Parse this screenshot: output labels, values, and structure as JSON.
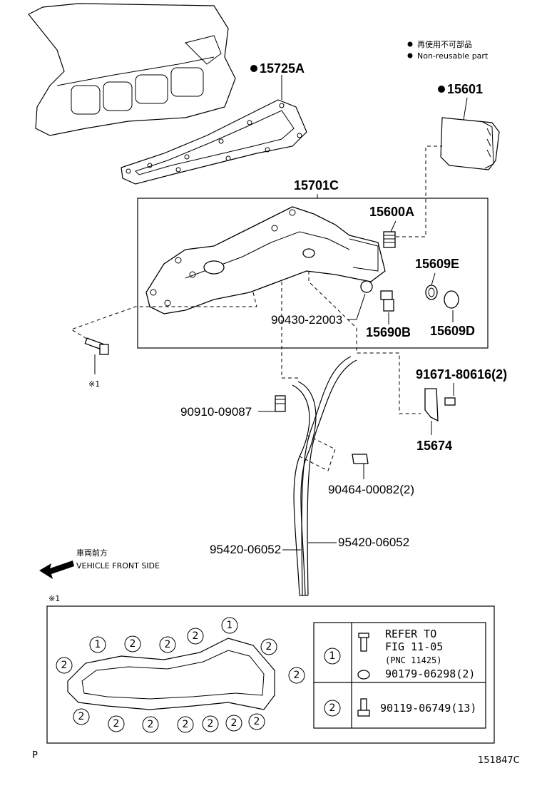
{
  "legend": {
    "line1": "再使用不可部品",
    "line2": "Non-reusable part"
  },
  "parts": {
    "p15725A": "15725A",
    "p15601": "15601",
    "p15701C": "15701C",
    "p15600A": "15600A",
    "p15609E": "15609E",
    "p15609D": "15609D",
    "p15690B": "15690B",
    "p90430": "90430-22003",
    "p91671": "91671-80616(2)",
    "p15674": "15674",
    "p90910": "90910-09087",
    "p90464": "90464-00082(2)",
    "p95420a": "95420-06052",
    "p95420b": "95420-06052"
  },
  "note_mark": "※1",
  "front": {
    "jp": "車両前方",
    "en": "VEHICLE FRONT SIDE"
  },
  "detail": {
    "ref_l1": "REFER TO",
    "ref_l2": "FIG 11-05",
    "ref_l3": "(PNC 11425)",
    "row1_part": "90179-06298(2)",
    "row2_part": "90119-06749(13)",
    "row1_key": "1",
    "row2_key": "2"
  },
  "footer": {
    "left": "P",
    "right": "151847C"
  }
}
